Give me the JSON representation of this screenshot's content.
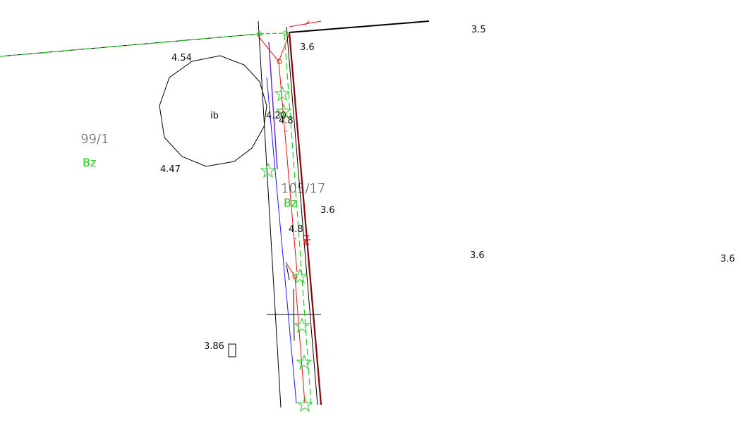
{
  "parcels": [
    {
      "number": "99/1",
      "use": "Bz"
    },
    {
      "number": "105/17",
      "use": "Bz"
    }
  ],
  "building": {
    "label": "ib"
  },
  "heights": {
    "h1": "3.5",
    "h2": "3.6",
    "h3": "3.6",
    "h4": "3.6",
    "h5": "3.6",
    "h6": "4.54",
    "h7": "4.47",
    "h8": "4.20",
    "h9": "4.8",
    "h10": "4.8",
    "h11": "3.86"
  },
  "colors": {
    "black": "#000000",
    "green": "#22cc22",
    "red": "#dd1111",
    "darkred": "#8b0000",
    "blue": "#1a1aff",
    "purple": "#6a1fbf"
  }
}
